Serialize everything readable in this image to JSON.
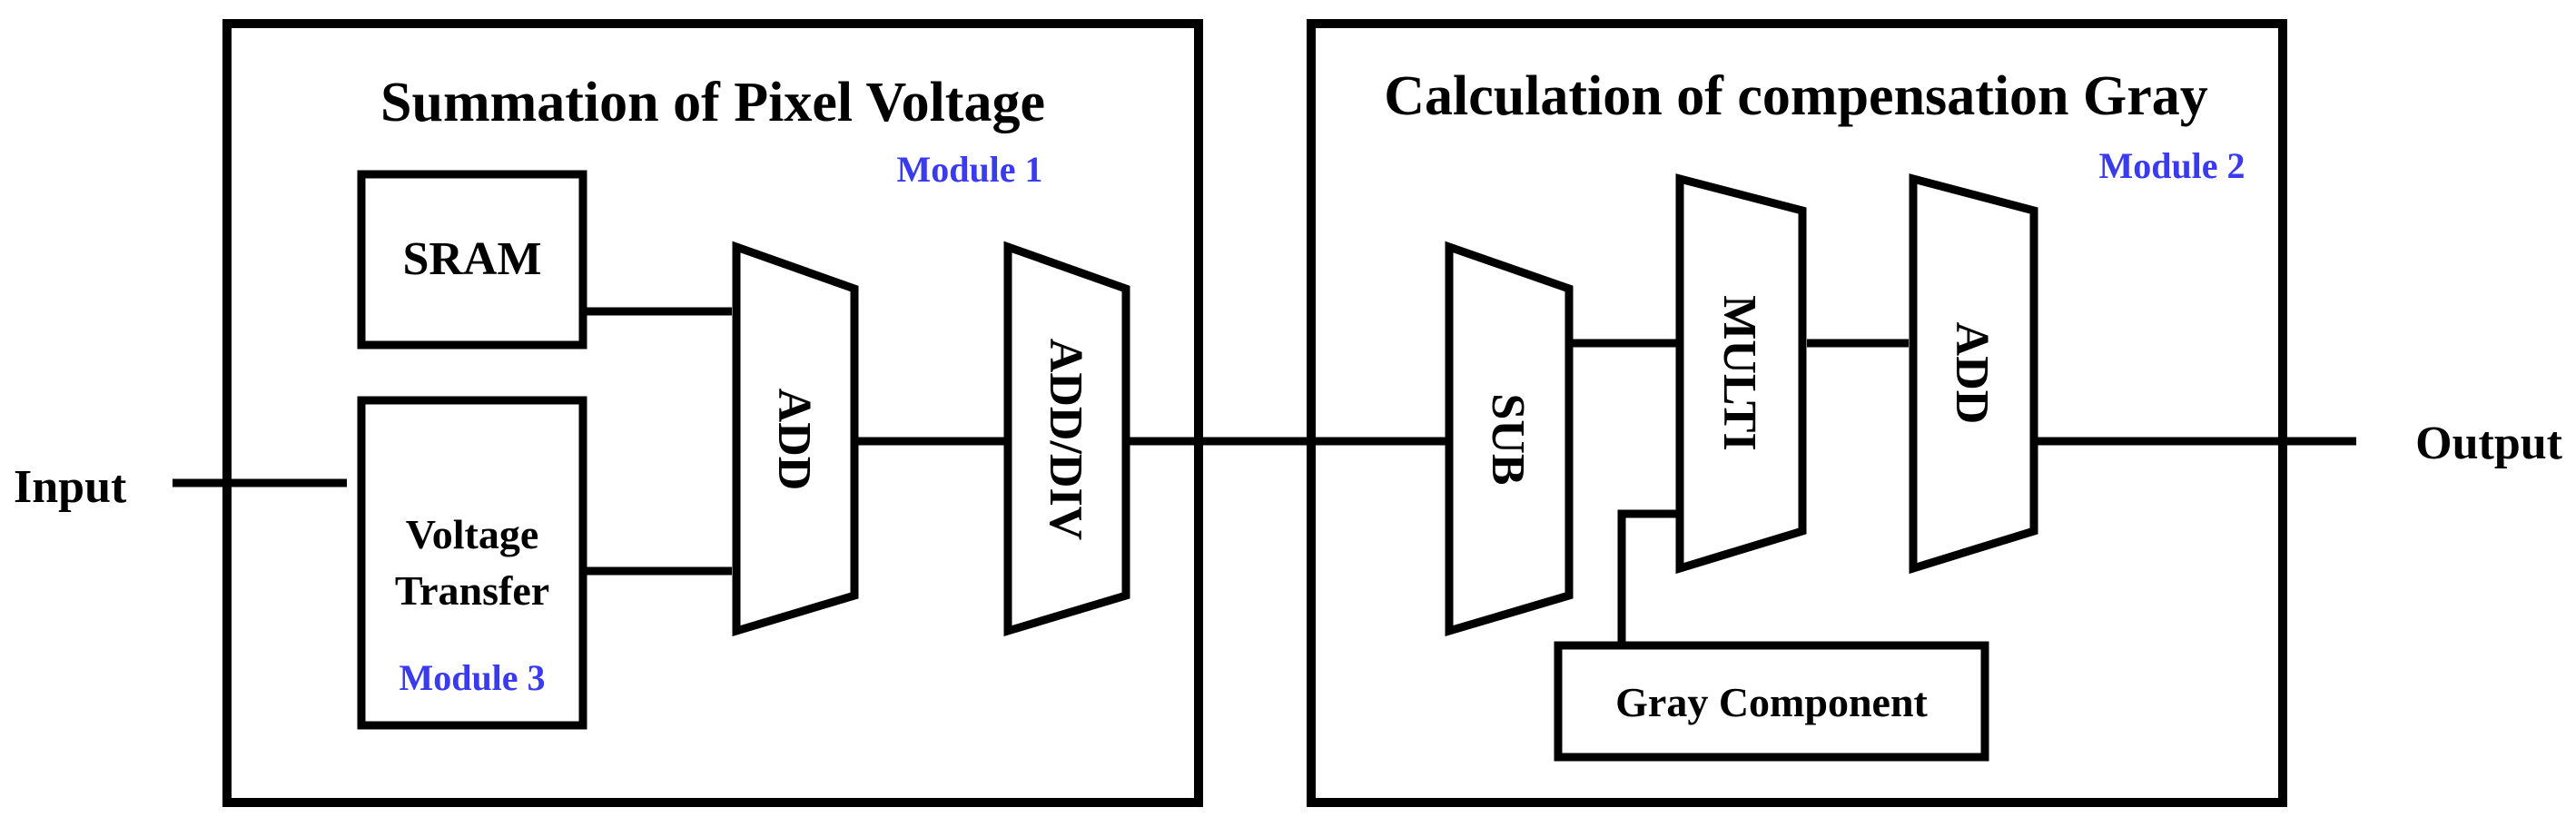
{
  "colors": {
    "line": "#000000",
    "module_label": "#3a3aee",
    "background": "#ffffff"
  },
  "diagram": {
    "input_label": "Input",
    "output_label": "Output",
    "left_block": {
      "title": "Summation of Pixel Voltage",
      "module_label": "Module 1",
      "sram_label": "SRAM",
      "voltage_transfer_line1": "Voltage",
      "voltage_transfer_line2": "Transfer",
      "voltage_transfer_module": "Module 3",
      "add_label": "ADD",
      "add_div_label": "ADD/DIV"
    },
    "right_block": {
      "title": "Calculation of compensation Gray",
      "module_label": "Module 2",
      "sub_label": "SUB",
      "multi_label": "MULTI",
      "add_label": "ADD",
      "gray_component_label": "Gray Component"
    }
  }
}
